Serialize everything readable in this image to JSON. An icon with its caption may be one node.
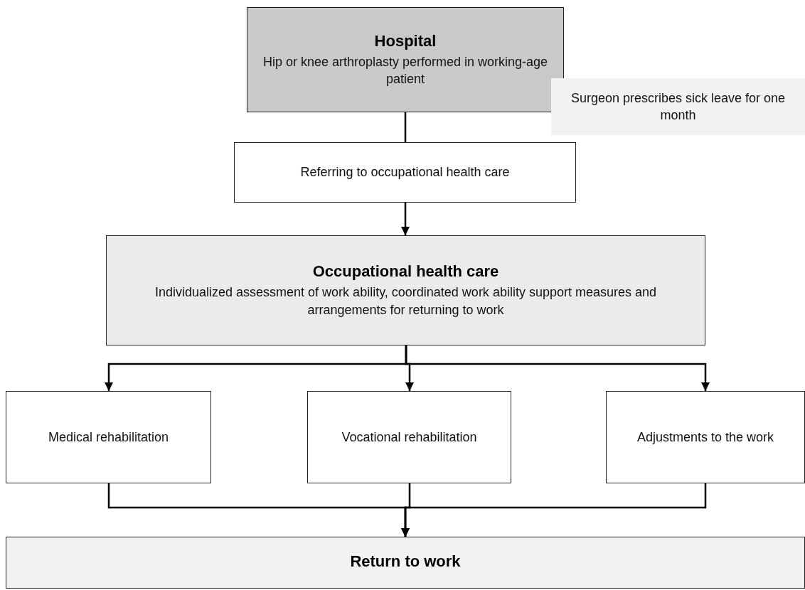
{
  "diagram": {
    "nodes": [
      {
        "text": [
          "Hospital",
          "Hip or knee arthroplasty performed in working-age patient"
        ]
      },
      {
        "text": [
          "Surgeon prescribes sick leave for one month"
        ]
      },
      {
        "text": [
          "Referring to occupational health care"
        ]
      },
      {
        "text": [
          "Occupational health care",
          "Individualized assessment of work ability, coordinated work ability support measures and arrangements for returning to work"
        ]
      },
      {
        "text": [
          "Medical rehabilitation"
        ]
      },
      {
        "text": [
          "Vocational rehabilitation"
        ]
      },
      {
        "text": [
          "Adjustments to the work"
        ]
      },
      {
        "text": [
          "Return to work"
        ]
      }
    ],
    "edges": [
      {
        "from": 0,
        "to": 2,
        "arrow": "none"
      },
      {
        "from": 2,
        "to": 3,
        "arrow": "to"
      },
      {
        "from": 3,
        "to": 4,
        "arrow": "to"
      },
      {
        "from": 3,
        "to": 5,
        "arrow": "to"
      },
      {
        "from": 3,
        "to": 6,
        "arrow": "to"
      },
      {
        "from": 4,
        "to": 7,
        "arrow": "to"
      },
      {
        "from": 5,
        "to": 7,
        "arrow": "to"
      },
      {
        "from": 6,
        "to": 7,
        "arrow": "to"
      }
    ]
  }
}
